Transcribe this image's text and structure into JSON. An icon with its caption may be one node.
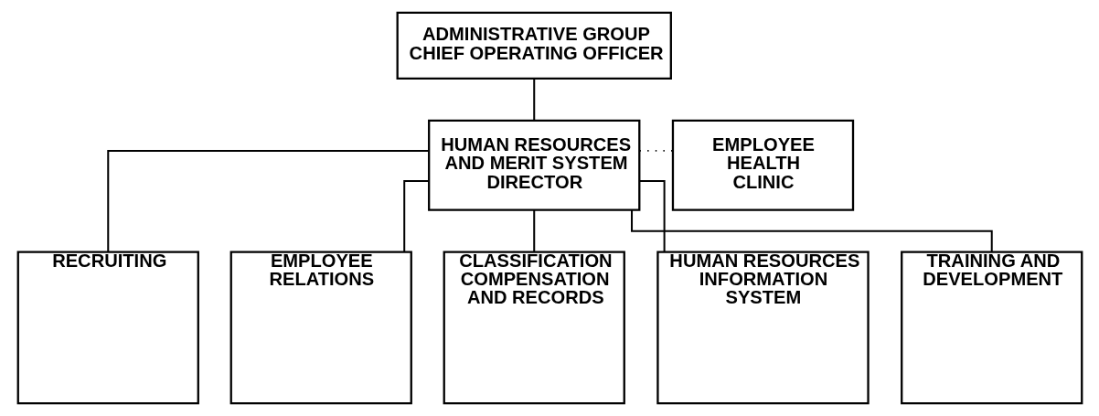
{
  "diagram": {
    "nodes": [
      {
        "text": [
          "ADMINISTRATIVE GROUP",
          "CHIEF OPERATING OFFICER"
        ]
      },
      {
        "text": [
          "HUMAN RESOURCES AND MERIT SYSTEM DIRECTOR"
        ]
      },
      {
        "text": [
          "EMPLOYEE HEALTH CLINIC"
        ]
      },
      {
        "text": [
          "RECRUITING"
        ]
      },
      {
        "text": [
          "EMPLOYEE RELATIONS"
        ]
      },
      {
        "text": [
          "CLASSIFICATION COMPENSATION AND RECORDS"
        ]
      },
      {
        "text": [
          "HUMAN RESOURCES INFORMATION SYSTEM"
        ]
      },
      {
        "text": [
          "TRAINING AND DEVELOPMENT"
        ]
      }
    ],
    "edges": [
      {
        "from": 0,
        "to": 1,
        "arrow": "none"
      },
      {
        "from": 1,
        "to": 2,
        "arrow": "none",
        "style": "dashed"
      },
      {
        "from": 1,
        "to": 3,
        "arrow": "none"
      },
      {
        "from": 1,
        "to": 4,
        "arrow": "none"
      },
      {
        "from": 1,
        "to": 5,
        "arrow": "none"
      },
      {
        "from": 1,
        "to": 6,
        "arrow": "none"
      },
      {
        "from": 1,
        "to": 7,
        "arrow": "none"
      }
    ]
  }
}
